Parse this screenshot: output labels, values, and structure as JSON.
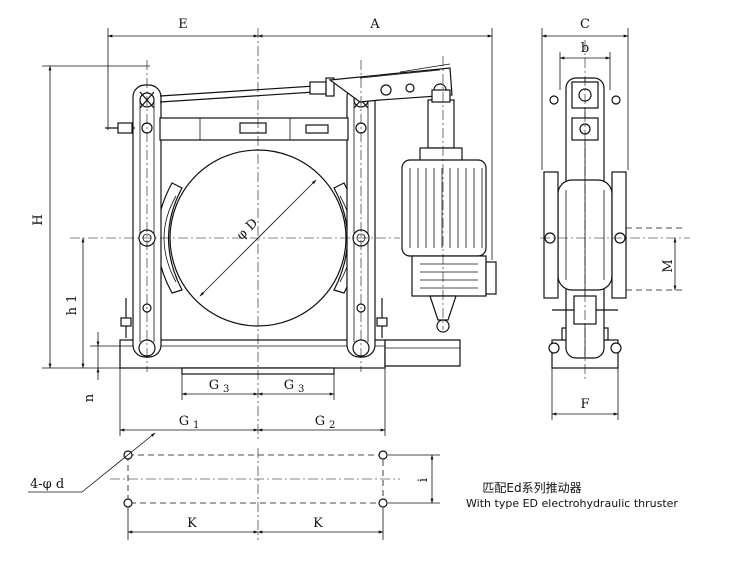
{
  "dimensions": {
    "E": "E",
    "A": "A",
    "C": "C",
    "b": "b",
    "H": "H",
    "h1": "h 1",
    "n": "n",
    "phiD": "φ D",
    "M": "M",
    "F": "F",
    "G3_left": "G",
    "G3_left_sub": "3",
    "G3_right": "G",
    "G3_right_sub": "3",
    "G1": "G",
    "G1_sub": "1",
    "G2": "G",
    "G2_sub": "2",
    "holes": "4-φ d",
    "i": "i",
    "K_left": "K",
    "K_right": "K"
  },
  "caption": {
    "cn": "匹配Ed系列推动器",
    "en": "With type ED electrohydraulic thruster"
  }
}
